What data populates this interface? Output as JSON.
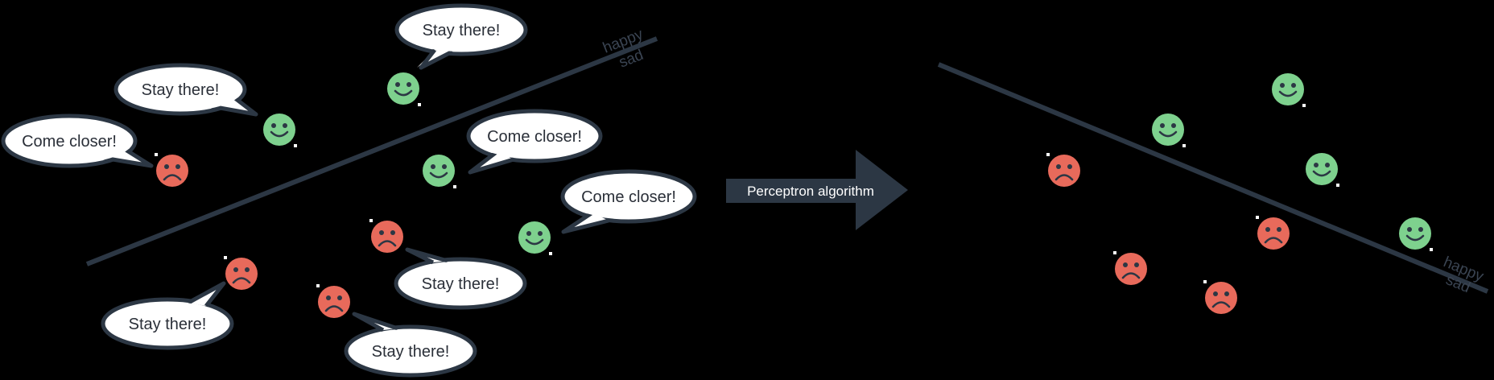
{
  "arrow": {
    "label": "Perceptron algorithm",
    "color": "#2c3744"
  },
  "colors": {
    "happy": "#7ed18e",
    "sad": "#e86a5b",
    "line": "#2c3744",
    "bubble_fill": "#ffffff",
    "bubble_stroke": "#2c3744",
    "background": "#000000"
  },
  "icons": {
    "happy": "happy-face-icon",
    "sad": "sad-face-icon"
  },
  "before": {
    "line_labels": {
      "above": "happy",
      "below": "sad"
    },
    "bubbles": [
      {
        "text": "Stay there!",
        "speaker": "happy"
      },
      {
        "text": "Stay there!",
        "speaker": "happy"
      },
      {
        "text": "Come closer!",
        "speaker": "sad"
      },
      {
        "text": "Come closer!",
        "speaker": "happy"
      },
      {
        "text": "Come closer!",
        "speaker": "happy"
      },
      {
        "text": "Stay there!",
        "speaker": "sad"
      },
      {
        "text": "Stay there!",
        "speaker": "sad"
      },
      {
        "text": "Stay there!",
        "speaker": "sad"
      }
    ]
  },
  "after": {
    "line_labels": {
      "above": "happy",
      "below": "sad"
    }
  }
}
